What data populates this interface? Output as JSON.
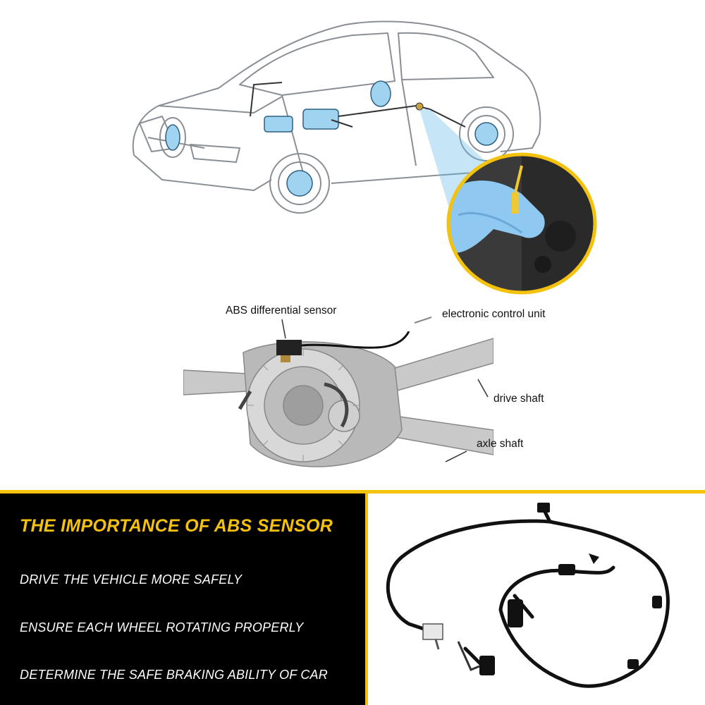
{
  "diagram_labels": {
    "abs_sensor": "ABS differential sensor",
    "ecu": "electronic control unit",
    "drive_shaft": "drive shaft",
    "axle_shaft": "axle shaft"
  },
  "info_panel": {
    "title": "THE IMPORTANCE OF ABS SENSOR",
    "points": [
      "DRIVE THE VEHICLE MORE SAFELY",
      "ENSURE EACH WHEEL ROTATING PROPERLY",
      "DETERMINE THE SAFE BRAKING ABILITY OF CAR"
    ]
  },
  "colors": {
    "accent_yellow": "#f4c20d",
    "panel_black": "#000000",
    "highlight_blue": "#5bb8e8"
  },
  "icons": [
    "car-illustration",
    "zoom-photo",
    "differential-illustration",
    "abs-sensor-cable-product"
  ]
}
